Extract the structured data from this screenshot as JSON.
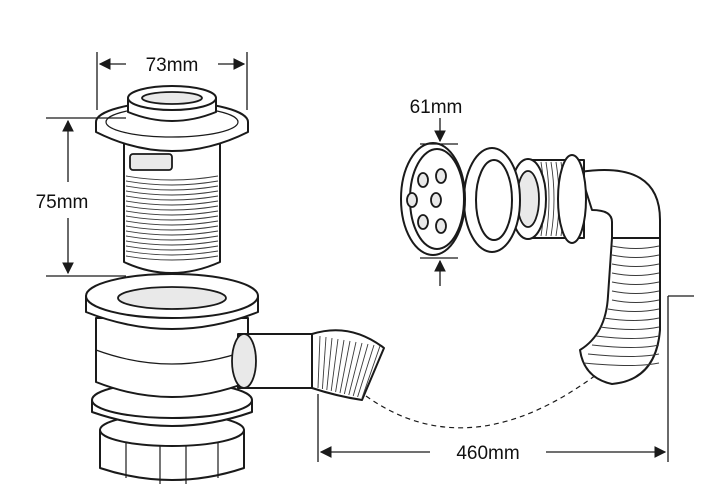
{
  "dimensions": {
    "waste_diameter": "73mm",
    "waste_height": "75mm",
    "overflow_diameter": "61mm",
    "hose_length": "460mm"
  },
  "colors": {
    "line": "#1a1a1a",
    "background": "#ffffff",
    "shading": "#e9e9e9"
  }
}
